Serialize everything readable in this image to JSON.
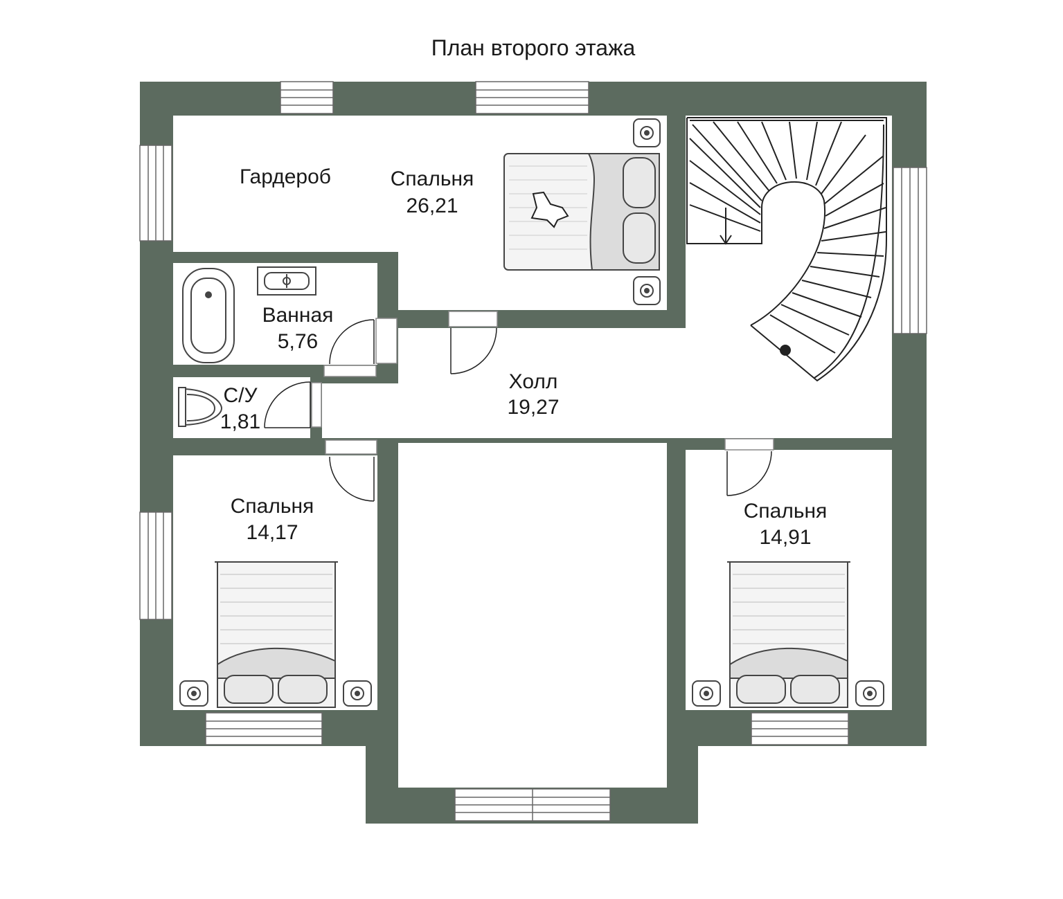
{
  "title": "План второго этажа",
  "colors": {
    "wall": "#5c6b5f",
    "floor": "#ffffff",
    "line": "#222222",
    "background": "#ffffff"
  },
  "rooms": {
    "wardrobe": {
      "name": "Гардероб"
    },
    "master_bedroom": {
      "name": "Спальня",
      "area": "26,21"
    },
    "bathroom": {
      "name": "Ванная",
      "area": "5,76"
    },
    "wc": {
      "name": "С/У",
      "area": "1,81"
    },
    "hall": {
      "name": "Холл",
      "area": "19,27"
    },
    "bedroom_left": {
      "name": "Спальня",
      "area": "14,17"
    },
    "bedroom_right": {
      "name": "Спальня",
      "area": "14,91"
    }
  },
  "icons": [
    "bed-icon",
    "bathtub-icon",
    "sink-icon",
    "toilet-icon",
    "staircase-icon",
    "door-icon",
    "window-icon",
    "cat-icon",
    "lamp-icon"
  ]
}
